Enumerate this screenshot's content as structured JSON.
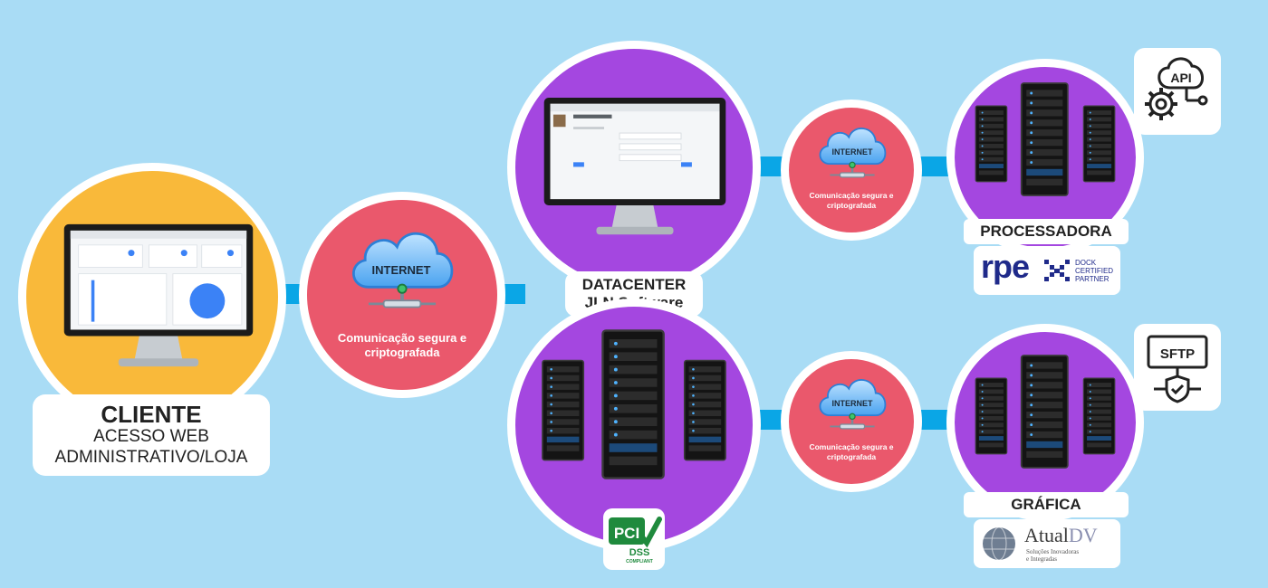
{
  "client": {
    "title": "CLIENTE",
    "line1": "ACESSO WEB",
    "line2": "ADMINISTRATIVO/LOJA"
  },
  "internet": {
    "cloud_label": "INTERNET",
    "caption_line1": "Comunicação segura e",
    "caption_line2": "criptografada"
  },
  "datacenter": {
    "line1": "DATACENTER",
    "line2": "JLN Software"
  },
  "processor": {
    "label": "PROCESSADORA",
    "api_label": "API",
    "logo_text": "rpe",
    "dock_line1": "DOCK",
    "dock_line2": "CERTIFIED",
    "dock_line3": "PARTNER"
  },
  "print": {
    "label": "GRÁFICA",
    "sftp_label": "SFTP",
    "brand_name_a": "Atual",
    "brand_name_b": "DV",
    "brand_tag1": "Soluções Inovadoras",
    "brand_tag2": "e Integradas"
  },
  "pci": {
    "big": "PCI",
    "dss": "DSS",
    "compliant": "COMPLIANT"
  },
  "colors": {
    "background": "#a9dcf5",
    "connector": "#0aa6e6",
    "client_circle": "#f9b93a",
    "internet_circle": "#ea586c",
    "server_circle": "#a447e0"
  }
}
